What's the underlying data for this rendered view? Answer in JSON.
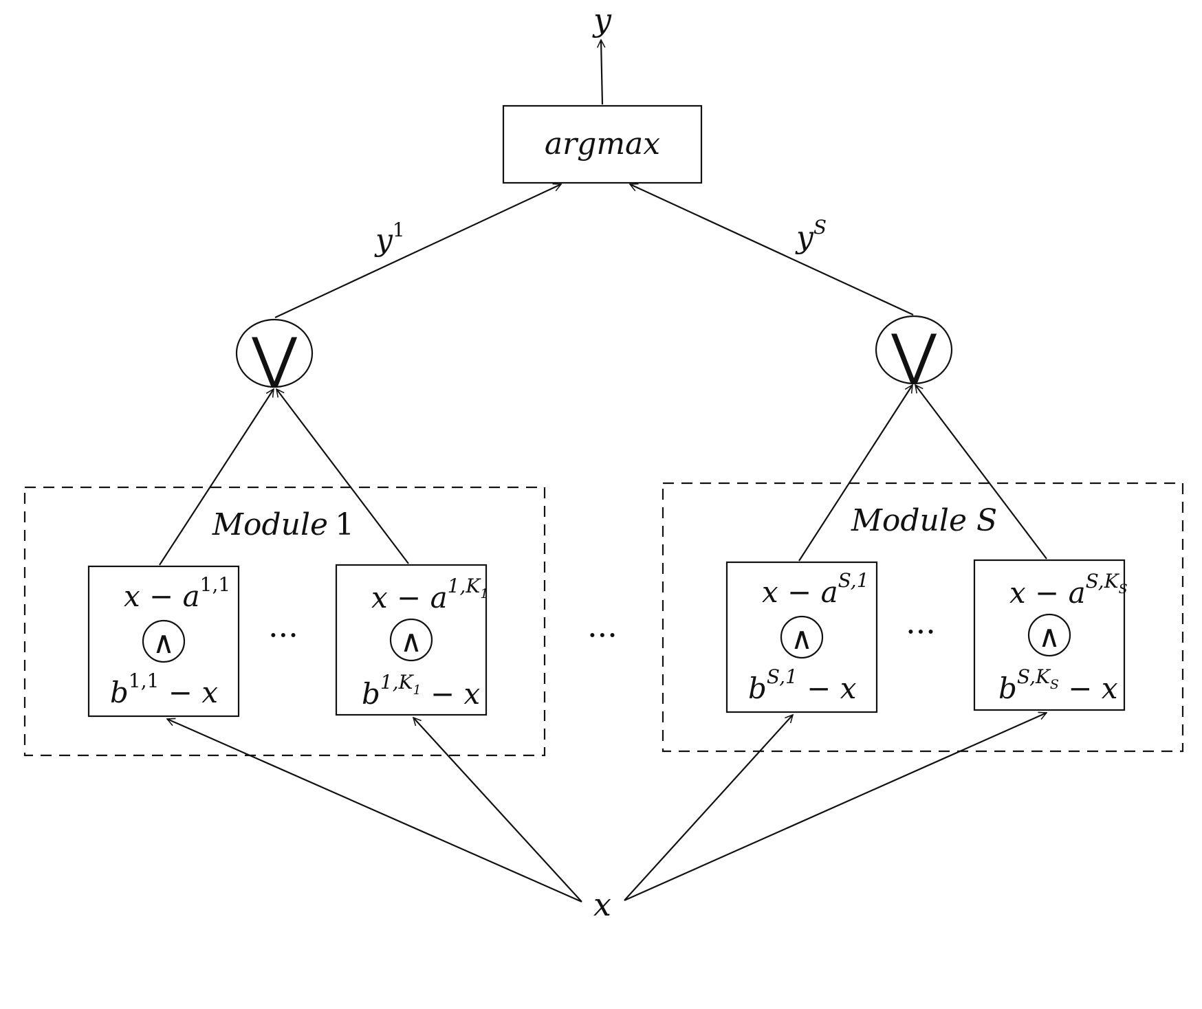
{
  "output": {
    "label": "y"
  },
  "input": {
    "label": "x"
  },
  "argmax": {
    "label": "argmax"
  },
  "ellipsis": "···",
  "branches": [
    {
      "output_label": {
        "base": "y",
        "sup": "1"
      },
      "or_symbol": "⋁",
      "module": {
        "title_italic": "Module",
        "title_index": "1",
        "units": [
          {
            "top": {
              "text": "x − a",
              "sup": "1,1",
              "sup_sub": ""
            },
            "and_symbol": "∧",
            "bottom": {
              "base": "b",
              "sup": "1,1",
              "sup_sub": "",
              "rest": " − x"
            }
          },
          {
            "top": {
              "text": "x − a",
              "sup": "1,K",
              "sup_sub": "1"
            },
            "and_symbol": "∧",
            "bottom": {
              "base": "b",
              "sup": "1,K",
              "sup_sub": "1",
              "rest": " − x"
            }
          }
        ]
      }
    },
    {
      "output_label": {
        "base": "y",
        "sup": "S"
      },
      "or_symbol": "⋁",
      "module": {
        "title_italic": "Module S",
        "title_index": "",
        "units": [
          {
            "top": {
              "text": "x − a",
              "sup": "S,1",
              "sup_sub": ""
            },
            "and_symbol": "∧",
            "bottom": {
              "base": "b",
              "sup": "S,1",
              "sup_sub": "",
              "rest": " − x"
            }
          },
          {
            "top": {
              "text": "x − a",
              "sup": "S,K",
              "sup_sub": "S"
            },
            "and_symbol": "∧",
            "bottom": {
              "base": "b",
              "sup": "S,K",
              "sup_sub": "S",
              "rest": " − x"
            }
          }
        ]
      }
    }
  ]
}
